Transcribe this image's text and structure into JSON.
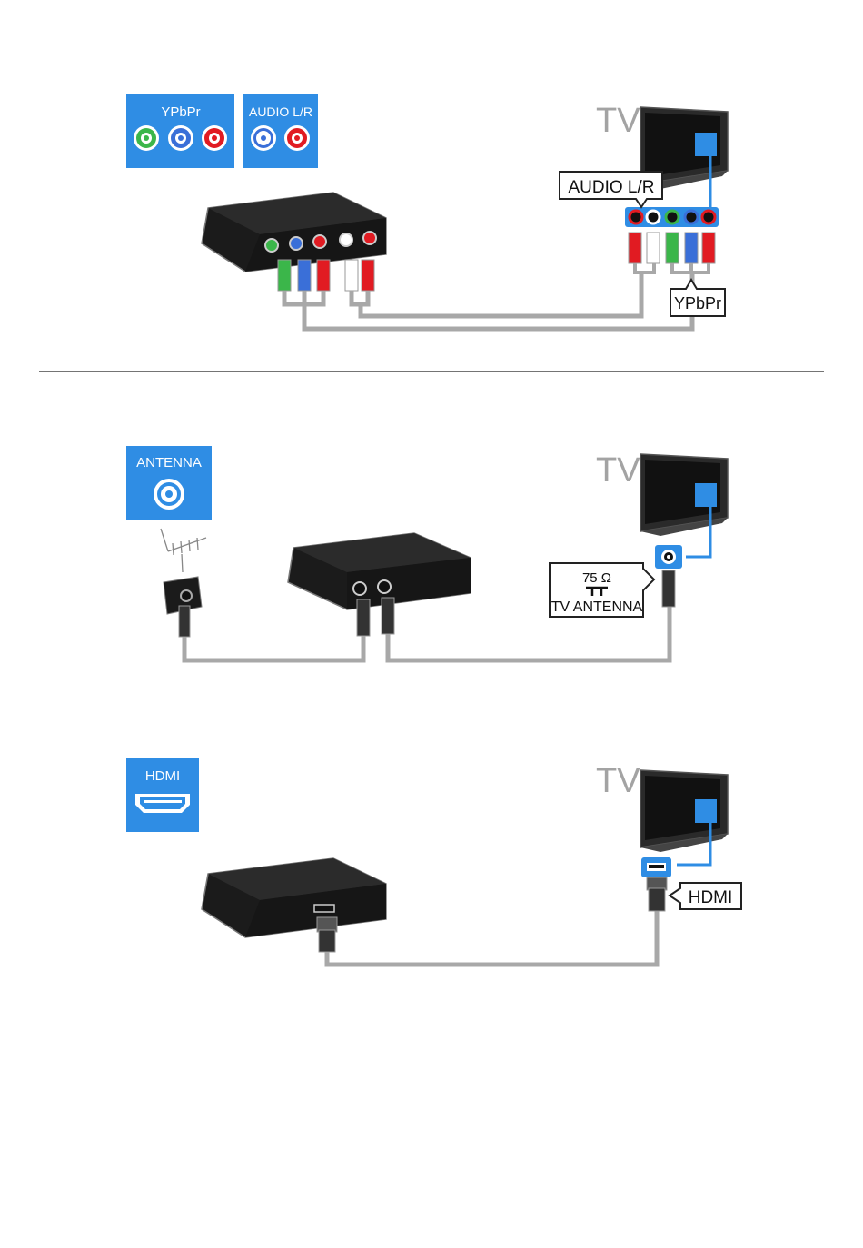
{
  "colors": {
    "accent_blue": "#2f8de4",
    "tv_gray": "#a3a3a3",
    "cable_gray": "#a8a8a8",
    "device_black": "#1b1b1b",
    "green": "#3bb64a",
    "blue": "#3a6fd8",
    "red": "#e11b22",
    "white": "#ffffff"
  },
  "sections": {
    "component": {
      "badge_ypbpr": "YPbPr",
      "badge_audio": "AUDIO L/R",
      "tv_label": "TV",
      "callout_audio": "AUDIO L/R",
      "callout_ypbpr": "YPbPr"
    },
    "antenna": {
      "badge": "ANTENNA",
      "tv_label": "TV",
      "callout_ohm": "75 Ω",
      "callout_name": "TV ANTENNA"
    },
    "hdmi": {
      "badge": "HDMI",
      "tv_label": "TV",
      "callout": "HDMI"
    }
  }
}
